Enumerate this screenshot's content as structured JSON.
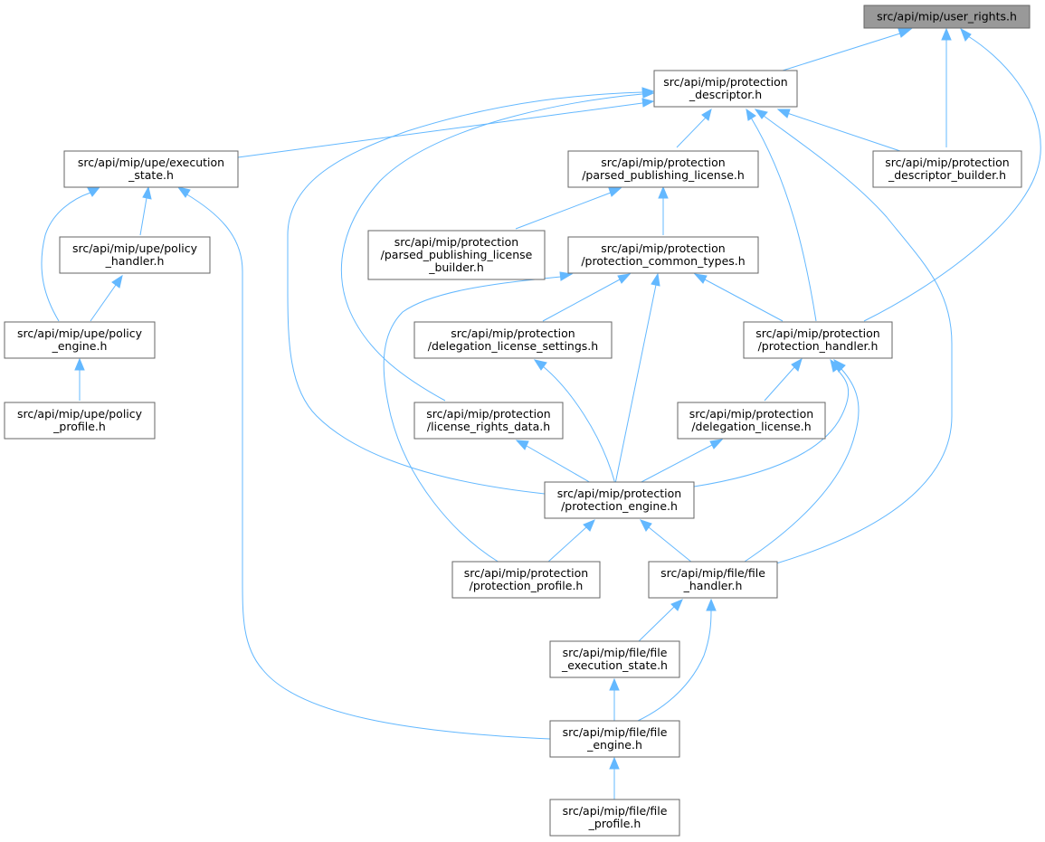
{
  "graph": {
    "colors": {
      "edge": "#63b8ff",
      "node_border": "#666666",
      "root_fill": "#999999",
      "node_fill": "#ffffff"
    },
    "nodes": {
      "user_rights": {
        "lines": [
          "src/api/mip/user_rights.h"
        ]
      },
      "protection_descriptor": {
        "lines": [
          "src/api/mip/protection",
          "_descriptor.h"
        ]
      },
      "execution_state": {
        "lines": [
          "src/api/mip/upe/execution",
          "_state.h"
        ]
      },
      "parsed_publishing_license": {
        "lines": [
          "src/api/mip/protection",
          "/parsed_publishing_license.h"
        ]
      },
      "protection_descriptor_builder": {
        "lines": [
          "src/api/mip/protection",
          "_descriptor_builder.h"
        ]
      },
      "policy_handler": {
        "lines": [
          "src/api/mip/upe/policy",
          "_handler.h"
        ]
      },
      "parsed_publishing_license_builder": {
        "lines": [
          "src/api/mip/protection",
          "/parsed_publishing_license",
          "_builder.h"
        ]
      },
      "protection_common_types": {
        "lines": [
          "src/api/mip/protection",
          "/protection_common_types.h"
        ]
      },
      "policy_engine": {
        "lines": [
          "src/api/mip/upe/policy",
          "_engine.h"
        ]
      },
      "delegation_license_settings": {
        "lines": [
          "src/api/mip/protection",
          "/delegation_license_settings.h"
        ]
      },
      "protection_handler": {
        "lines": [
          "src/api/mip/protection",
          "/protection_handler.h"
        ]
      },
      "policy_profile": {
        "lines": [
          "src/api/mip/upe/policy",
          "_profile.h"
        ]
      },
      "license_rights_data": {
        "lines": [
          "src/api/mip/protection",
          "/license_rights_data.h"
        ]
      },
      "delegation_license": {
        "lines": [
          "src/api/mip/protection",
          "/delegation_license.h"
        ]
      },
      "protection_engine": {
        "lines": [
          "src/api/mip/protection",
          "/protection_engine.h"
        ]
      },
      "protection_profile": {
        "lines": [
          "src/api/mip/protection",
          "/protection_profile.h"
        ]
      },
      "file_handler": {
        "lines": [
          "src/api/mip/file/file",
          "_handler.h"
        ]
      },
      "file_execution_state": {
        "lines": [
          "src/api/mip/file/file",
          "_execution_state.h"
        ]
      },
      "file_engine": {
        "lines": [
          "src/api/mip/file/file",
          "_engine.h"
        ]
      },
      "file_profile": {
        "lines": [
          "src/api/mip/file/file",
          "_profile.h"
        ]
      }
    }
  }
}
